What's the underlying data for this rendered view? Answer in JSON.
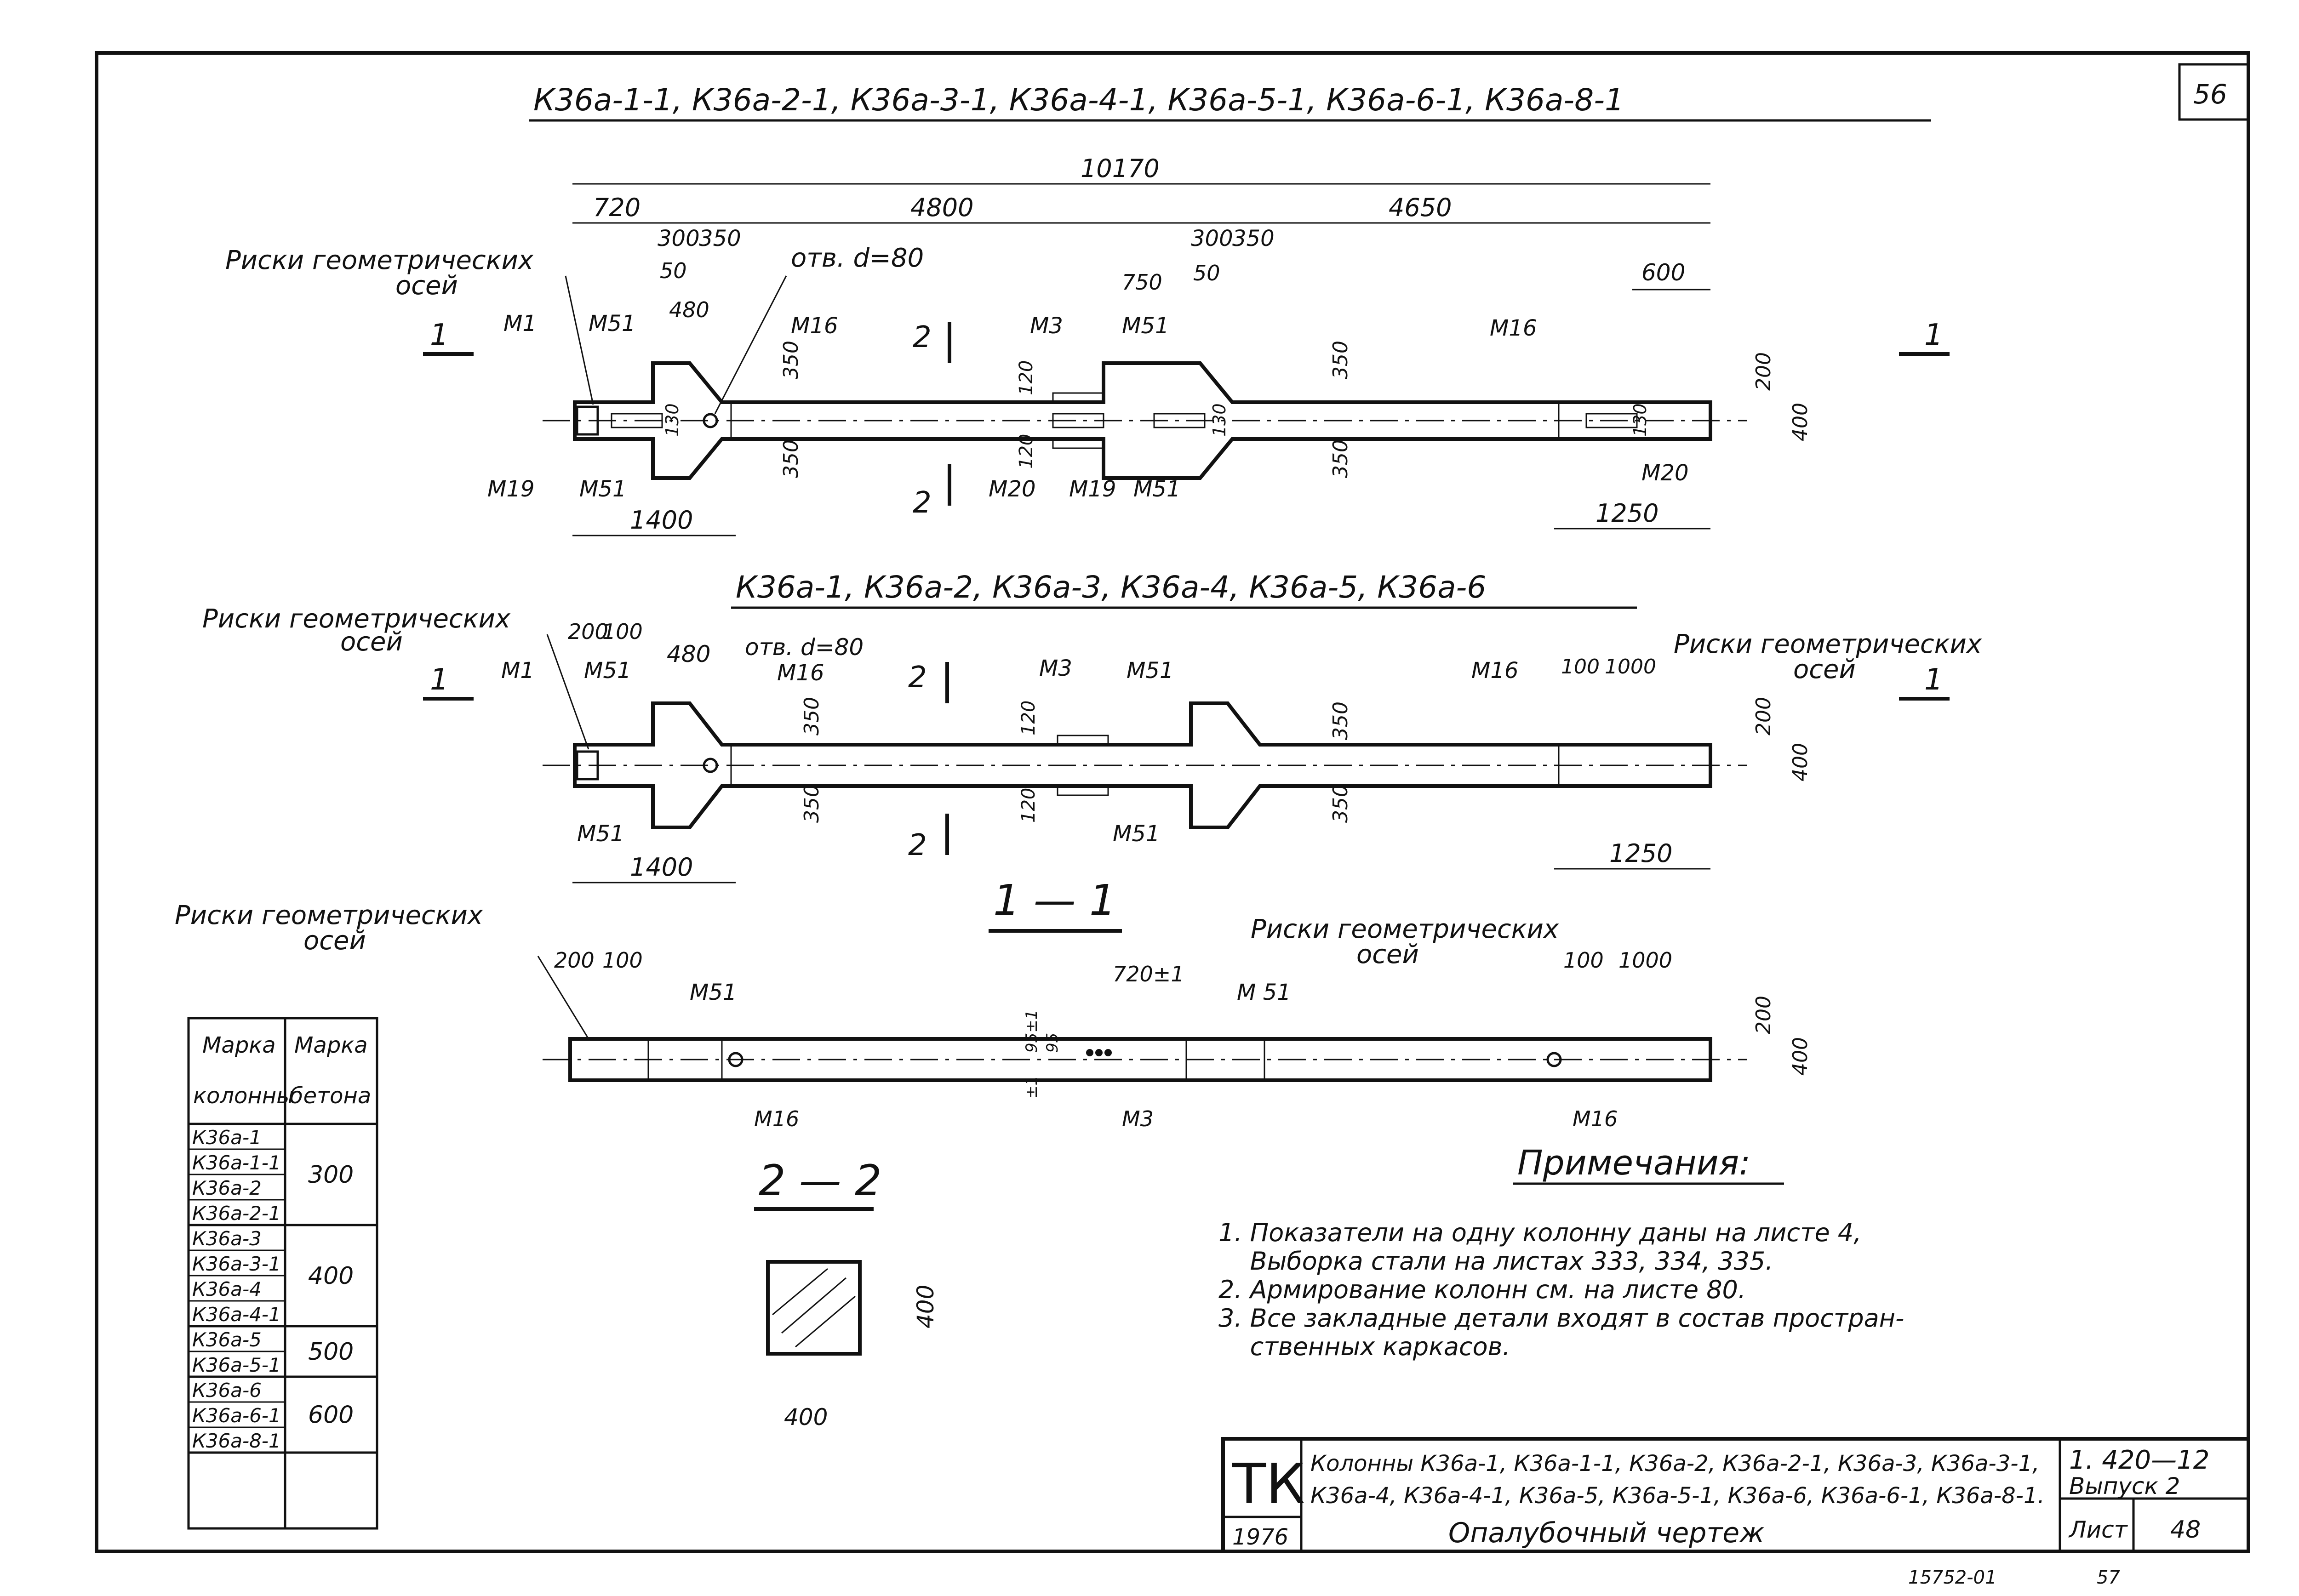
{
  "sheet": {
    "page_number": "56",
    "sheet_label": "Лист",
    "sheet_number": "48",
    "doc_code": "1. 420—12",
    "issue": "Выпуск 2",
    "org": "ТК",
    "year": "1976",
    "title_line1": "Колонны К36а-1, К36а-1-1, К36а-2, К36а-2-1, К36а-3, К36а-3-1,",
    "title_line2": "К36а-4, К36а-4-1, К36а-5,  К36а-5-1, К36а-6, К36а-6-1, К36а-8-1.",
    "drawing_name": "Опалубочный чертеж",
    "bottom_stamp": "15752-01",
    "bottom_page": "57"
  },
  "view1": {
    "title": "К36а-1-1, К36а-2-1, К36а-3-1, К36а-4-1, К36а-5-1, К36а-6-1, К36а-8-1",
    "dims": {
      "total": "10170",
      "d720": "720",
      "d4800": "4800",
      "d4650": "4650",
      "d300a": "300",
      "d350a": "350",
      "d300b": "300",
      "d350b": "350",
      "d50a": "50",
      "d50b": "50",
      "d480": "480",
      "d750": "750",
      "d600": "600",
      "d350_top1": "350",
      "d350_bot1": "350",
      "d350_top2": "350",
      "d350_bot2": "350",
      "d120_top": "120",
      "d120_bot": "120",
      "d130a": "130",
      "d130b": "130",
      "d130c": "130",
      "d200": "200",
      "d400": "400",
      "d1400": "1400",
      "d1250": "1250"
    },
    "labels": {
      "axes_marks": "Риски геометрических",
      "axes_marks2": "осей",
      "hole": "отв. d=80",
      "m1": "М1",
      "m51a": "М51",
      "m16a": "М16",
      "m3": "М3",
      "m51b": "М51",
      "m16b": "М16",
      "m19a": "М19",
      "m51c": "М51",
      "m20a": "М20",
      "m19b": "М19",
      "m51d": "М51",
      "m20b": "М20"
    },
    "sections": {
      "s1": "1",
      "s2": "2"
    }
  },
  "view2": {
    "title": "К36а-1, К36а-2, К36а-3, К36а-4, К36а-5, К36а-6",
    "dims": {
      "d200": "200",
      "d100": "100",
      "d480": "480",
      "d1000": "1000",
      "d350_top1": "350",
      "d350_bot1": "350",
      "d120_top": "120",
      "d120_bot": "120",
      "d350_top2": "350",
      "d350_bot2": "350",
      "d200r": "200",
      "d400r": "400",
      "d1400": "1400",
      "d1250": "1250"
    },
    "labels": {
      "axes_marks_left": "Риски геометрических",
      "axes_marks_left2": "осей",
      "axes_marks_right": "Риски геометрических",
      "axes_marks_right2": "осей",
      "hole": "отв. d=80",
      "m1": "М1",
      "m51a": "М51",
      "m16a": "М16",
      "m3": "М3",
      "m51b": "М51",
      "m16b": "М16",
      "m51c": "М51",
      "m51d": "М51"
    }
  },
  "section11": {
    "title": "1 — 1",
    "axes_left": "Риски геометрических",
    "axes_left2": "осей",
    "axes_right": "Риски геометрических",
    "axes_right2": "осей",
    "d200": "200",
    "d100": "100",
    "d720": "720±1",
    "d100r": "100",
    "d1000": "1000",
    "d200r": "200",
    "d400r": "400",
    "d95": "95±1",
    "d95b": "95",
    "pm1": "±1",
    "m51a": "М51",
    "m51b": "М 51",
    "m16a": "М16",
    "m3": "М3",
    "m16b": "М16"
  },
  "section22": {
    "title": "2 — 2",
    "d400w": "400",
    "d400h": "400"
  },
  "table": {
    "header_col1_line1": "Марка",
    "header_col1_line2": "колонны",
    "header_col2_line1": "Марка",
    "header_col2_line2": "бетона",
    "groups": [
      {
        "grade": "300",
        "columns": [
          "К36а-1",
          "К36а-1-1",
          "К36а-2",
          "К36а-2-1"
        ]
      },
      {
        "grade": "400",
        "columns": [
          "К36а-3",
          "К36а-3-1",
          "К36а-4",
          "К36а-4-1"
        ]
      },
      {
        "grade": "500",
        "columns": [
          "К36а-5",
          "К36а-5-1"
        ]
      },
      {
        "grade": "600",
        "columns": [
          "К36а-6",
          "К36а-6-1",
          "К36а-8-1"
        ]
      }
    ]
  },
  "notes": {
    "heading": "Примечания:",
    "lines": [
      "1. Показатели на одну колонну даны на листе 4,",
      "    Выборка стали на листах 333, 334, 335.",
      "2. Армирование колонн см. на листе 80.",
      "3. Все закладные детали входят в состав простран-",
      "    ственных каркасов."
    ]
  }
}
